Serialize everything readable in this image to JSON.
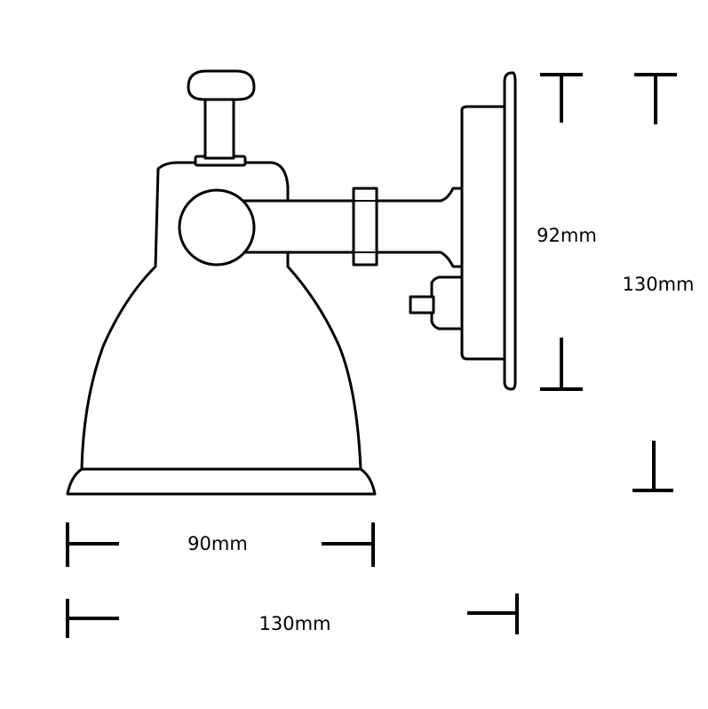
{
  "dimensions": {
    "shade_width": "90mm",
    "overall_width": "130mm",
    "backplate_height": "92mm",
    "overall_height": "130mm"
  },
  "colors": {
    "line": "#000000",
    "background": "#ffffff"
  }
}
